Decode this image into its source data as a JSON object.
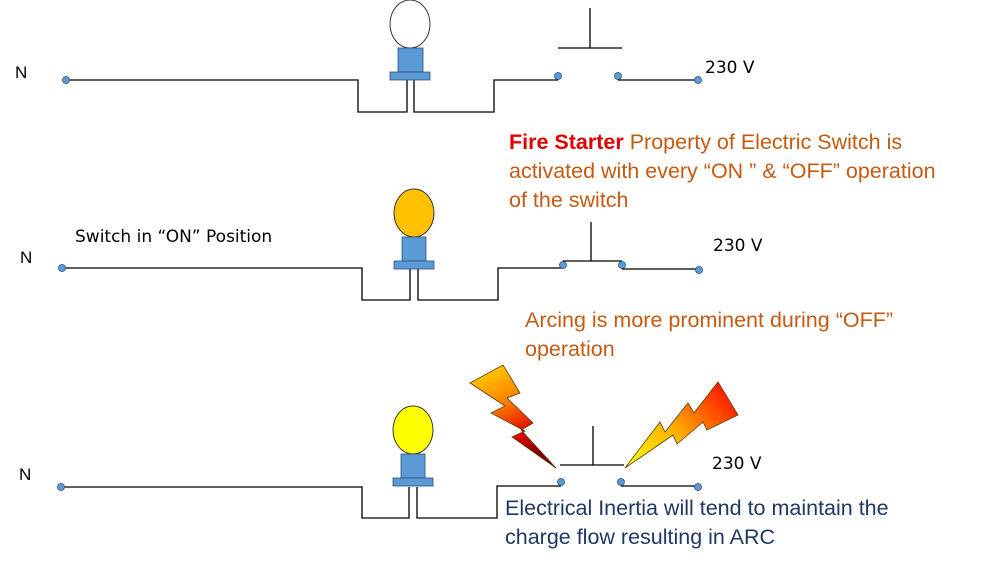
{
  "colors": {
    "wire": "#000000",
    "terminal": "#5b9bd5",
    "bulb_socket": "#5b9bd5",
    "bulb_off": "#ffffff",
    "bulb_on": "#ffc000",
    "bulb_arc": "#ffff00",
    "note_orange": "#c55a11",
    "fire_red": "#e00000",
    "note_blue": "#1f3864"
  },
  "circuits": [
    {
      "id": "circuit-1",
      "state": "off",
      "neutral_label": "N",
      "voltage_label": "230 V",
      "bulb_state": "off",
      "switch_state": "open"
    },
    {
      "id": "circuit-2",
      "state": "on",
      "neutral_label": "N",
      "caption": "Switch in “ON” Position",
      "voltage_label": "230 V",
      "bulb_state": "lit",
      "switch_state": "closed"
    },
    {
      "id": "circuit-3",
      "state": "arcing",
      "neutral_label": "N",
      "voltage_label": "230 V",
      "bulb_state": "lit-arc",
      "switch_state": "opening",
      "arc_icons": [
        "lightning-bolt-left",
        "lightning-bolt-right"
      ]
    }
  ],
  "notes": {
    "fire_starter": {
      "highlight": "Fire Starter",
      "text": " Property of Electric Switch is activated with every “ON ” & “OFF” operation of the switch"
    },
    "arcing": "Arcing is more prominent during “OFF” operation",
    "inertia": "Electrical Inertia will tend to maintain the charge flow resulting in ARC"
  }
}
